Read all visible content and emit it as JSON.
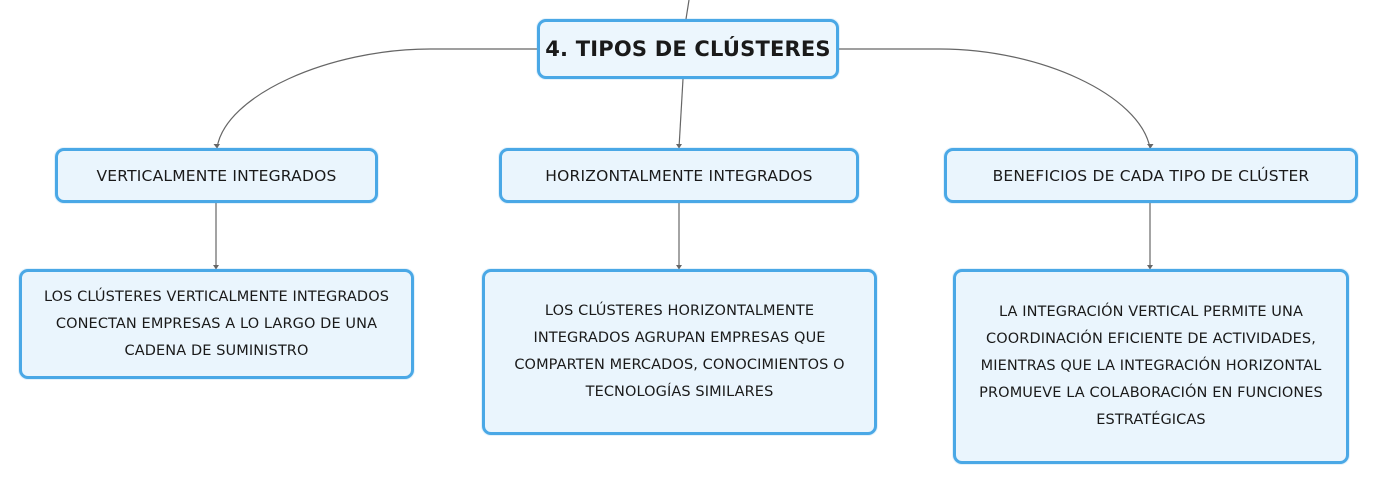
{
  "root": {
    "label": "4. TIPOS DE CLÚSTERES"
  },
  "topics": [
    {
      "label": "VERTICALMENTE INTEGRADOS",
      "detail": "LOS CLÚSTERES VERTICALMENTE INTEGRADOS CONECTAN EMPRESAS A LO LARGO DE UNA CADENA DE SUMINISTRO"
    },
    {
      "label": "HORIZONTALMENTE INTEGRADOS",
      "detail": "LOS CLÚSTERES HORIZONTALMENTE INTEGRADOS AGRUPAN EMPRESAS QUE COMPARTEN MERCADOS, CONOCIMIENTOS O TECNOLOGÍAS SIMILARES"
    },
    {
      "label": "BENEFICIOS DE CADA TIPO DE CLÚSTER",
      "detail": "LA INTEGRACIÓN VERTICAL PERMITE UNA COORDINACIÓN EFICIENTE DE ACTIVIDADES, MIENTRAS QUE LA INTEGRACIÓN HORIZONTAL PROMUEVE LA COLABORACIÓN EN FUNCIONES ESTRATÉGICAS"
    }
  ],
  "colors": {
    "node_border": "#4aa8e6",
    "node_fill": "#eaf5fd",
    "connector": "#666666"
  }
}
